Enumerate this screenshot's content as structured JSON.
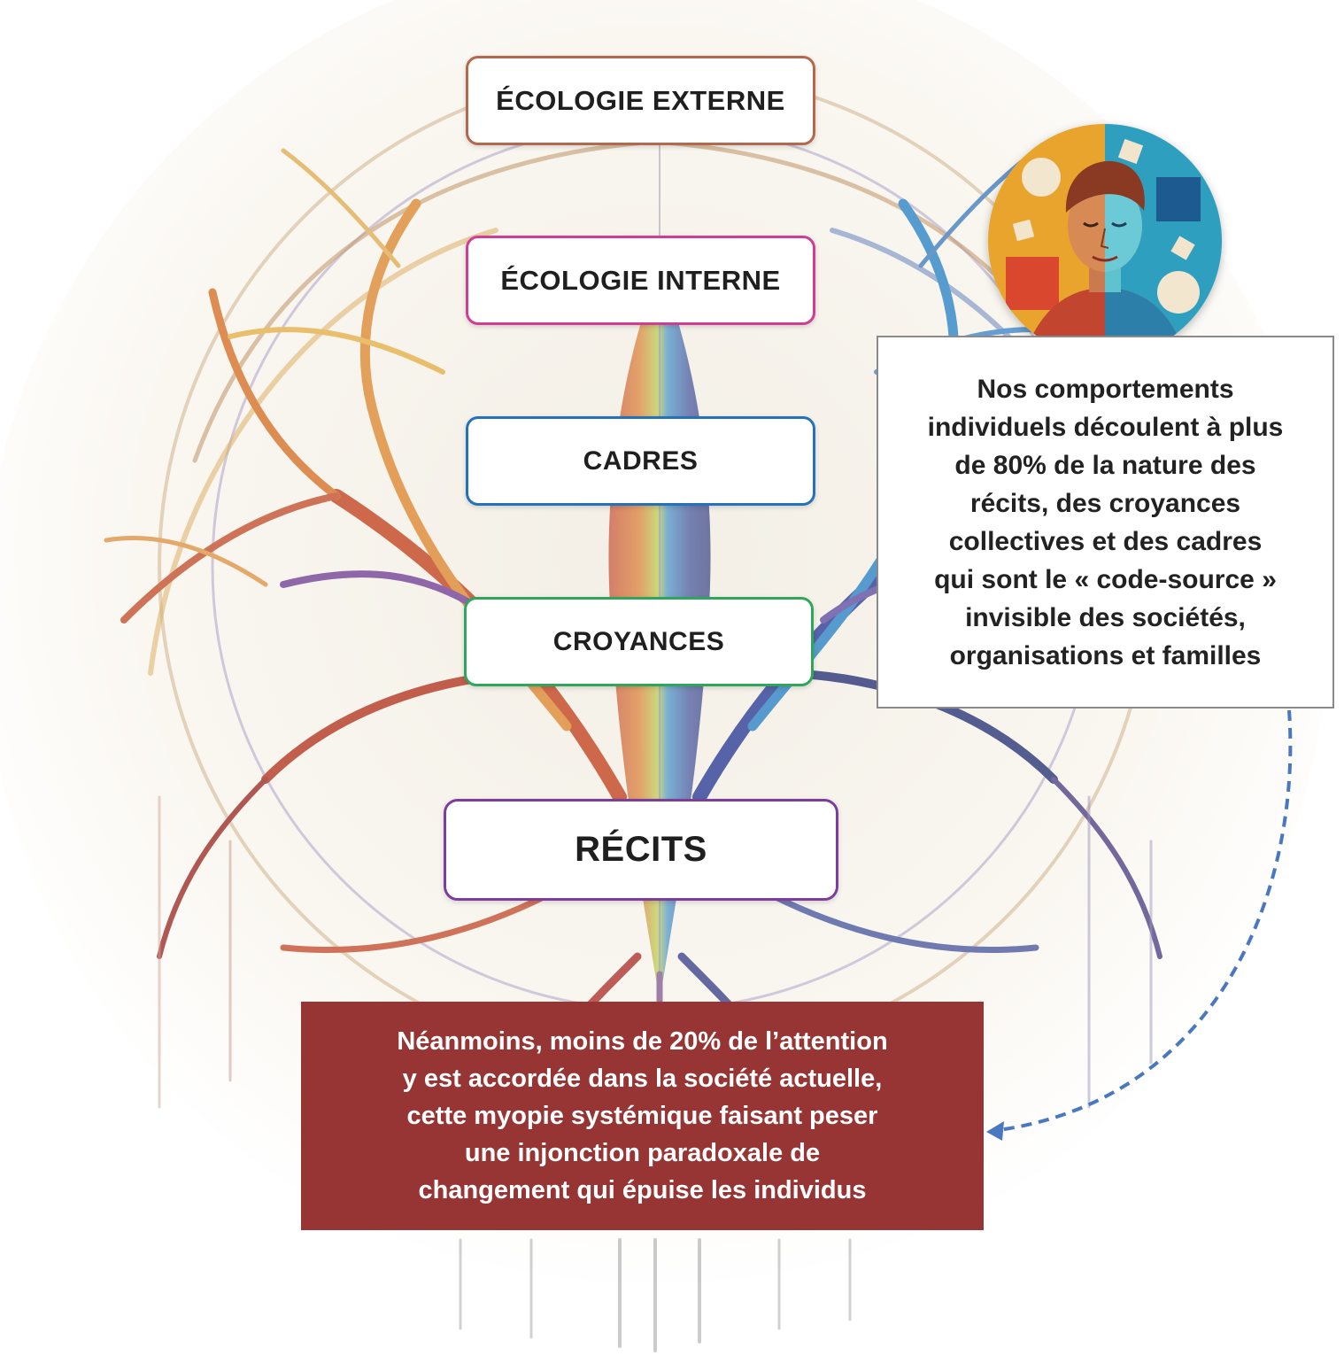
{
  "layers": {
    "ecologie_externe": "ÉCOLOGIE EXTERNE",
    "ecologie_interne": "ÉCOLOGIE INTERNE",
    "cadres": "CADRES",
    "croyances": "CROYANCES",
    "recits": "RÉCITS"
  },
  "info_text": "Nos comportements\nindividuels découlent à plus\nde 80% de la nature des\nrécits, des croyances\ncollectives et des cadres\nqui sont le « code-source »\ninvisible des sociétés,\norganisations et familles",
  "warning_text": "Néanmoins, moins de 20% de l’attention\ny est accordée dans la société actuelle,\ncette myopie systémique faisant peser\nune injonction paradoxale de\nchangement qui épuise les individus",
  "colors": {
    "ecologie_externe_border": "#b4684d",
    "ecologie_interne_border": "#cf3d94",
    "cadres_border": "#2672b8",
    "croyances_border": "#2fa65b",
    "recits_border": "#7c3d9c",
    "warning_background": "#963534",
    "arrow": "#4a78c0"
  },
  "icons": {
    "portrait": "puzzle-face-portrait-image",
    "arrow": "dashed-curved-arrow-icon"
  }
}
